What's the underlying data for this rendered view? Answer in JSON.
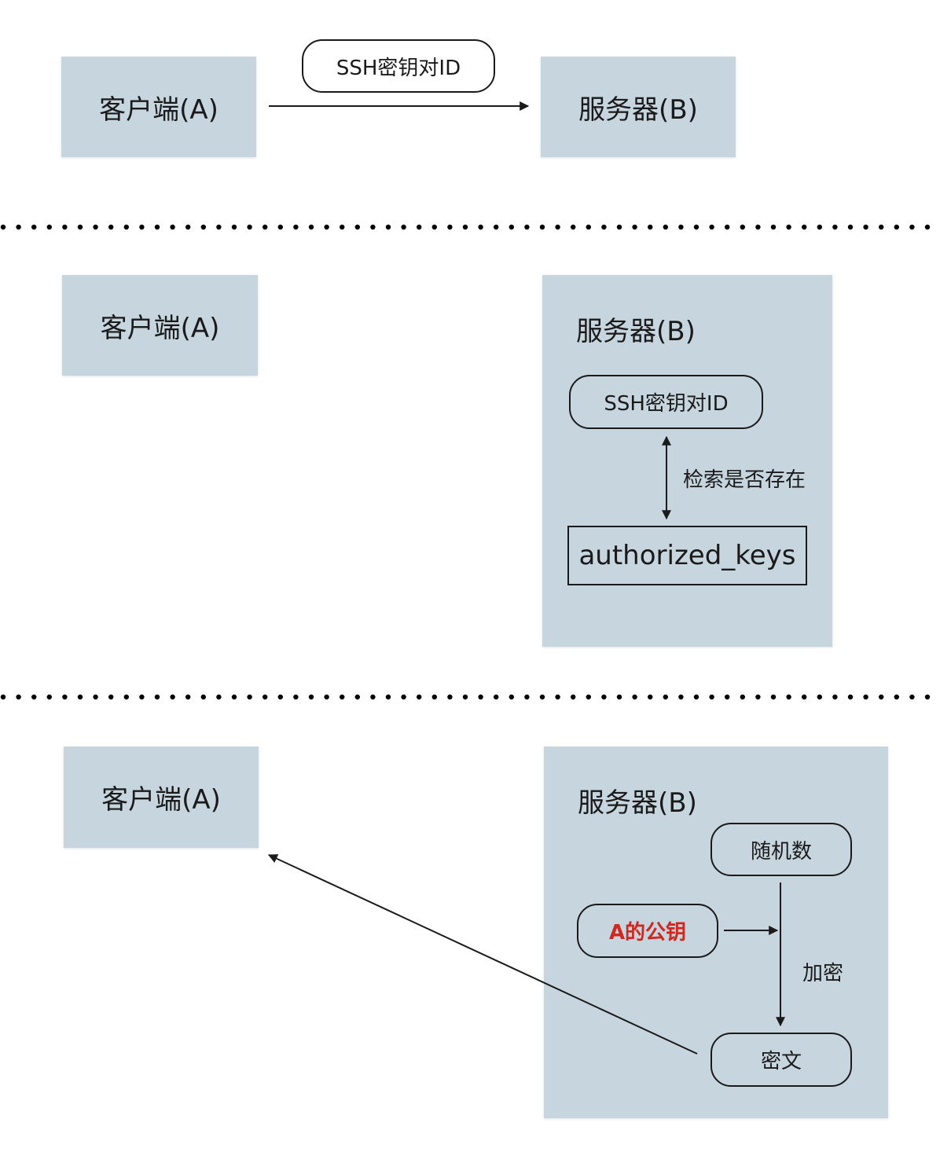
{
  "section1": {
    "client_label": "客户端(A)",
    "server_label": "服务器(B)",
    "message_label": "SSH密钥对ID"
  },
  "section2": {
    "client_label": "客户端(A)",
    "server_label": "服务器(B)",
    "key_id_label": "SSH密钥对ID",
    "lookup_label": "检索是否存在",
    "authorized_keys_label": "authorized_keys"
  },
  "section3": {
    "client_label": "客户端(A)",
    "server_label": "服务器(B)",
    "random_label": "随机数",
    "pubkey_label": "A的公钥",
    "encrypt_label": "加密",
    "ciphertext_label": "密文"
  },
  "colors": {
    "box_fill": "#c6d5de",
    "highlight": "#d0281e",
    "stroke": "#1a1a1a"
  }
}
